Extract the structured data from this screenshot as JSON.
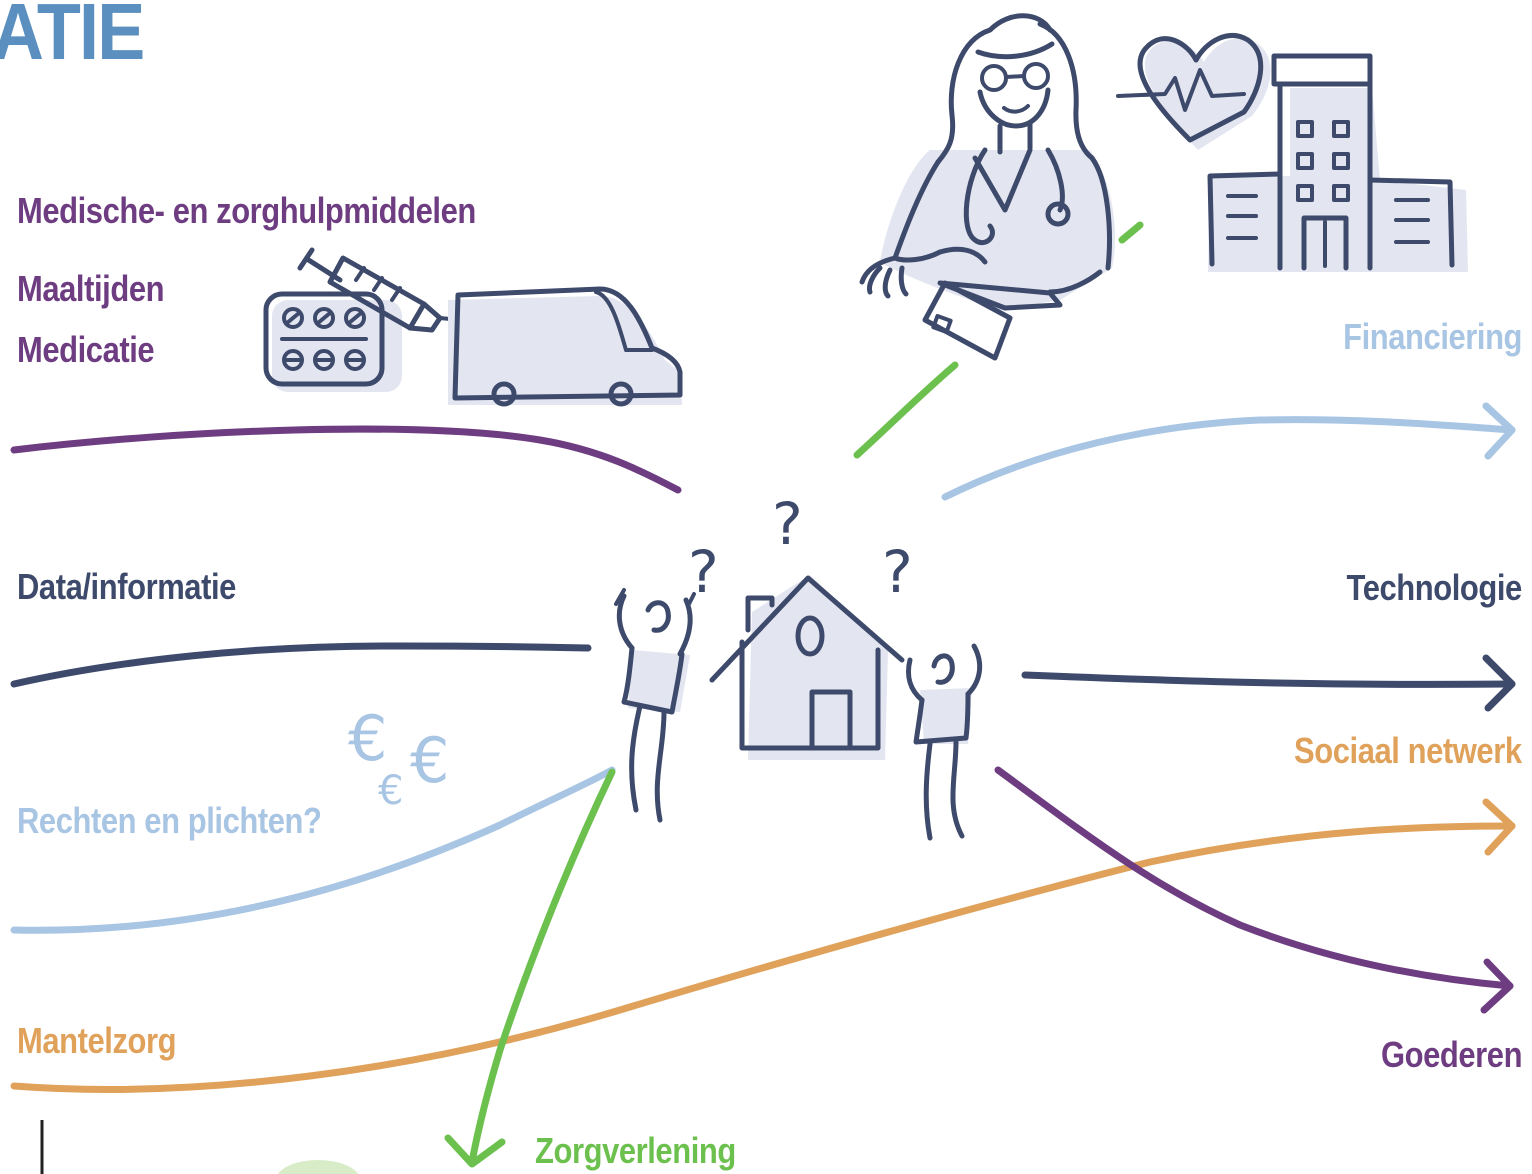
{
  "title_fragment": "ATIE",
  "colors": {
    "purple": "#6e3d81",
    "navy": "#3e4a6b",
    "lightblue": "#a8c5e3",
    "orange": "#e0a15a",
    "green": "#6cc14e",
    "title_blue": "#5b8fbf",
    "ink": "#3e4a6b",
    "shadow": "#e3e5f0"
  },
  "labels": {
    "medische": "Medische- en zorghulpmiddelen",
    "maaltijden": "Maaltijden",
    "medicatie": "Medicatie",
    "data": "Data/informatie",
    "rechten": "Rechten en plichten?",
    "mantelzorg": "Mantelzorg",
    "financiering": "Financiering",
    "technologie": "Technologie",
    "sociaal": "Sociaal netwerk",
    "goederen": "Goederen",
    "zorgverlening": "Zorgverlening"
  },
  "euro_symbol": "€",
  "question_mark": "?"
}
